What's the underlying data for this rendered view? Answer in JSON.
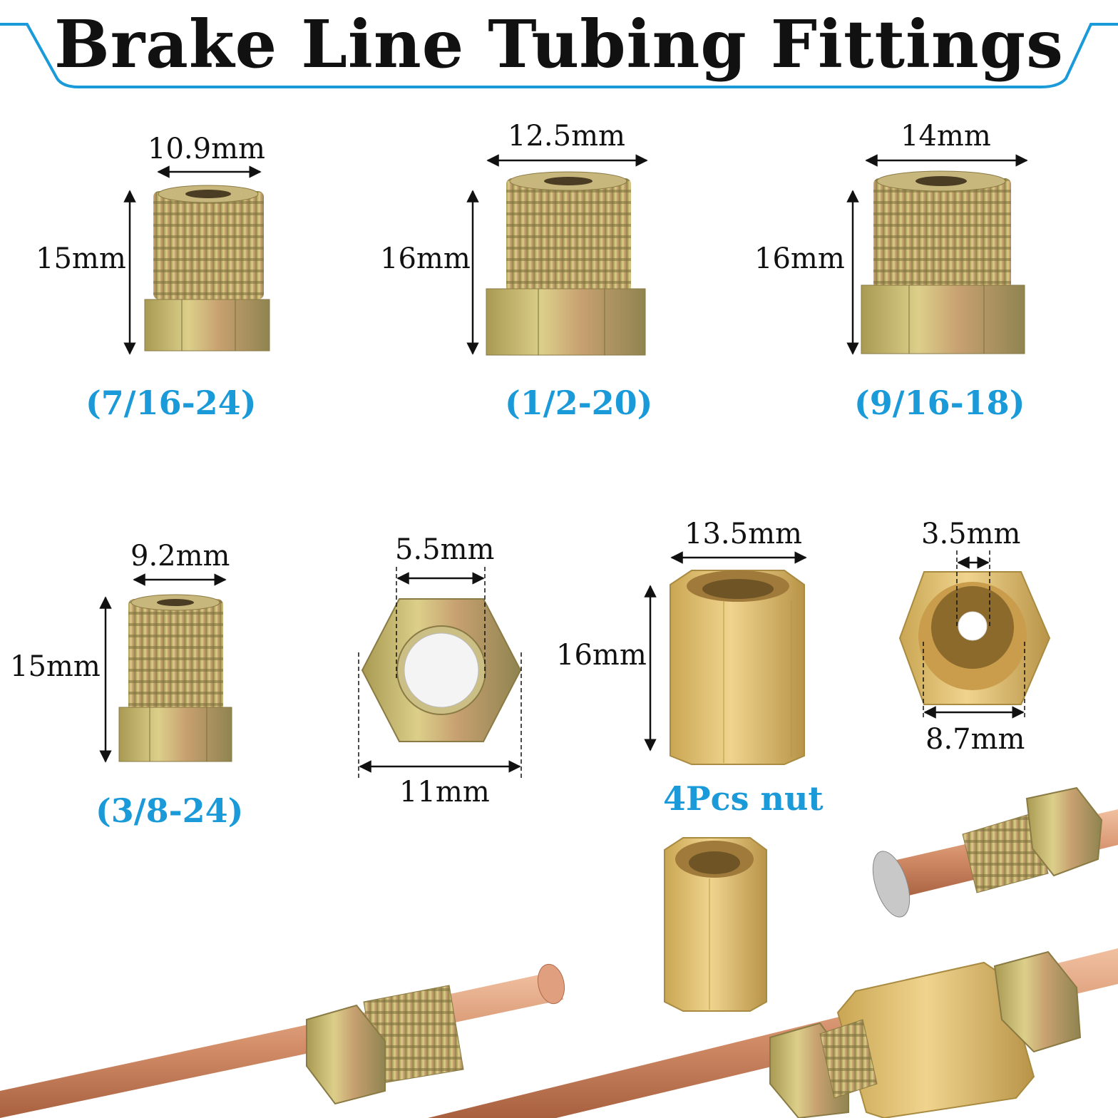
{
  "title": "Brake Line Tubing Fittings",
  "colors": {
    "accent": "#1a9ad8",
    "brass": "#d8b668",
    "zinc": "#b9a86a",
    "copper": "#d48f6a"
  },
  "fittings": [
    {
      "width": "10.9mm",
      "height": "15mm",
      "thread": "(7/16-24)"
    },
    {
      "width": "12.5mm",
      "height": "16mm",
      "thread": "(1/2-20)"
    },
    {
      "width": "14mm",
      "height": "16mm",
      "thread": "(9/16-18)"
    },
    {
      "width": "9.2mm",
      "height": "15mm",
      "thread": "(3/8-24)"
    }
  ],
  "nut": {
    "inner": "5.5mm",
    "outer": "11mm"
  },
  "union": {
    "width": "13.5mm",
    "height": "16mm",
    "caption": "4Pcs nut"
  },
  "end_view": {
    "hole": "3.5mm",
    "width": "8.7mm"
  }
}
